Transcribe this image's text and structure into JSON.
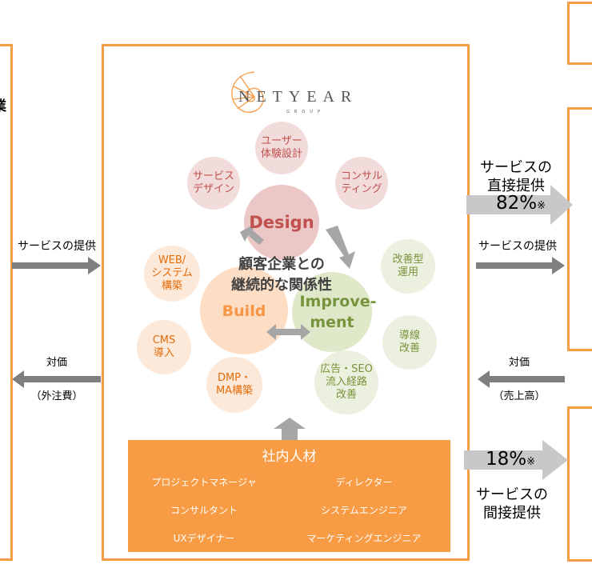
{
  "left_entity": {
    "partial_label": "業"
  },
  "left_flow": {
    "service": "サービスの提供",
    "payment": "対価",
    "payment_note": "（外注費）"
  },
  "logo": {
    "text": "NETYEAR",
    "sub": "GROUP"
  },
  "center_text": [
    "顧客企業との",
    "継続的な関係性"
  ],
  "cycle": {
    "design": "Design",
    "build": "Build",
    "improvement_1": "Improve-",
    "improvement_2": "ment"
  },
  "services": {
    "ux": [
      "ユーザー",
      "体験設計"
    ],
    "service_design": [
      "サービス",
      "デザイン"
    ],
    "consulting": [
      "コンサル",
      "ティング"
    ],
    "web": [
      "WEB/",
      "システム",
      "構築"
    ],
    "cms": [
      "CMS",
      "導入"
    ],
    "dmp": [
      "DMP・",
      "MA構築"
    ],
    "ops": [
      "改善型",
      "運用"
    ],
    "flow": [
      "導線",
      "改善"
    ],
    "ads": [
      "広告・SEO",
      "流入経路",
      "改善"
    ]
  },
  "staff": {
    "title": "社内人材",
    "roles": [
      "プロジェクトマネージャ",
      "ディレクター",
      "コンサルタント",
      "システムエンジニア",
      "UXデザイナー",
      "マーケティングエンジニア"
    ]
  },
  "right_flow": {
    "direct_1": "サービスの",
    "direct_2": "直接提供",
    "direct_pct": "82%",
    "mark": "※",
    "service": "サービスの提供",
    "payment": "対価",
    "payment_note": "（売上高）",
    "indirect_pct": "18%",
    "indirect_1": "サービスの",
    "indirect_2": "間接提供"
  },
  "colors": {
    "orange": "#f79b45",
    "design": "#c0504d",
    "build": "#f79646",
    "improve": "#77933c",
    "arrow": "#7f7f7f"
  }
}
